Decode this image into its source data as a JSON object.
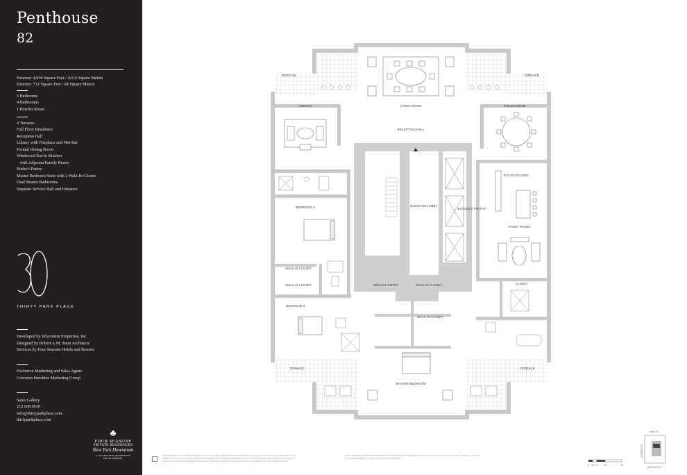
{
  "sidebar": {
    "title": "Penthouse",
    "unit": "82",
    "area_lines": [
      "Exterior: 4,938 Square Feet / 421.6 Square Meters",
      "Exterior: 732 Square Feet / 68 Square Meters"
    ],
    "room_counts": [
      "5 Bedrooms",
      "4 Bathrooms",
      "1 Powder Room"
    ],
    "features": [
      "4 Terraces",
      "Full Floor Residence",
      "Reception Hall",
      "Library with Fireplace and Wet Bar",
      "Formal Dining Room",
      "Windowed Eat-In Kitchen",
      "   with Adjacent Family Room",
      "Butler's Pantry",
      "Master Bedroom Suite with 2 Walk-In Closets",
      "Dual Master Bathrooms",
      "Separate Service Hall and Entrance"
    ],
    "logo_number": "30",
    "brand_name": "THIRTY PARK PLACE",
    "credits": [
      "Developed by Silverstein Properties, Inc.",
      "Designed by Robert A.M. Stern Architects",
      "Services by Four Seasons Hotels and Resorts"
    ],
    "agent_lines": [
      "Exclusive Marketing and Sales Agent:",
      "Corcoran Sunshine Marketing Group"
    ],
    "contact": [
      "Sales Gallery",
      "212 608 0030",
      "info@thirtyparkplace.com",
      "thirtyparkplace.com"
    ],
    "four_seasons": {
      "line1": "FOUR SEASONS",
      "line2": "PRIVATE RESIDENCES",
      "line3": "New York Downtown",
      "line4": "A SILVERSTEIN PROPERTIES DEVELOPMENT"
    }
  },
  "plan": {
    "rooms": {
      "terrace_nw": "TERRACE",
      "terrace_ne": "TERRACE",
      "terrace_sw": "TERRACE",
      "terrace_se": "TERRACE",
      "library": "LIBRARY",
      "living_room": "LIVING ROOM",
      "dining_room": "DINING ROOM",
      "reception_hall": "RECEPTION HALL",
      "eat_in_kitchen": "EAT-IN KITCHEN",
      "family_room": "FAMILY ROOM",
      "bedroom2": "BEDROOM 2",
      "bedroom3": "BEDROOM 3",
      "master_bedroom": "MASTER BEDROOM",
      "elevator_lobby": "ELEVATOR LOBBY",
      "service_entry": "SERVICE ENTRY",
      "butlers_pantry": "BUTLER'S PANTRY",
      "walk_in_closet_1": "WALK-IN CLOSET",
      "walk_in_closet_2": "WALK-IN CLOSET",
      "walk_in_closet_3": "WALK-IN CLOSET",
      "walk_in_closet_4": "WALK-IN CLOSET",
      "closet": "CLOSET"
    }
  },
  "footer": {
    "disclaimer_left": "THE ARCHITECTURAL DRAWINGS ARE NOT TO SCALE AND ARE APPROXIMATE. DIMENSIONS AND SQUARE FOOTAGES ARE SUBJECT TO NORMAL CONSTRUCTION VARIANCES AND TOLERANCES. PLANS AND DIMENSIONS MAY CONTAIN MINOR VARIATIONS FROM FLOOR TO FLOOR. THE SPONSOR RESERVES THE RIGHT TO MAKE CHANGES IN ACCORDANCE WITH THE TERMS OF THE OFFERING PLAN.",
    "disclaimer_right": "THE COMPLETE OFFERING TERMS ARE IN AN OFFERING PLAN AVAILABLE FROM THE SPONSOR. FILE NO. CD15-0022. SPONSOR: 30 PARK PLACE DEVELOPER LLC. EQUAL HOUSING OPPORTUNITY.",
    "compass_labels": {
      "north": "PARK PL",
      "west": "CHURCH ST",
      "south": "BARCLAY ST"
    },
    "scale_labels": [
      "0",
      "2.5",
      "5",
      "10",
      "20"
    ]
  }
}
